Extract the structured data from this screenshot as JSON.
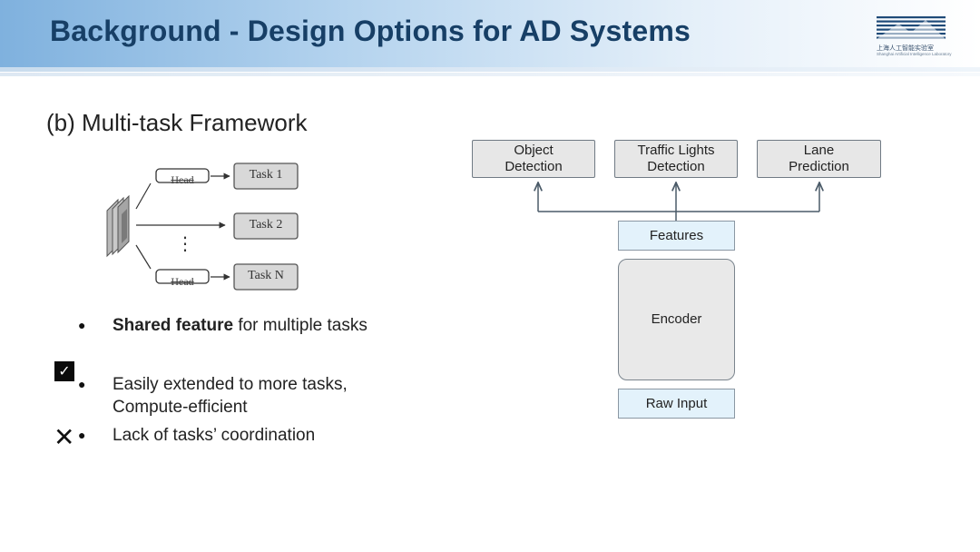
{
  "header": {
    "title": "Background - Design Options for AD Systems",
    "logo_text_cn": "上海人工智能实验室",
    "logo_text_en": "Shanghai Artificial Intelligence Laboratory"
  },
  "subtitle": "(b) Multi-task Framework",
  "small_diagram": {
    "head_label": "Head",
    "tasks": [
      "Task 1",
      "Task 2",
      "Task N"
    ],
    "ellipsis": "⋮"
  },
  "bullets": [
    {
      "bold": "Shared feature",
      "rest": " for multiple tasks"
    },
    {
      "line1": "Easily extended to more tasks,",
      "line2": "Compute-efficient",
      "mark": "check"
    },
    {
      "text": "Lack of tasks’ coordination",
      "mark": "cross"
    }
  ],
  "diagram": {
    "outputs": [
      {
        "line1": "Object",
        "line2": "Detection"
      },
      {
        "line1": "Traffic Lights",
        "line2": "Detection"
      },
      {
        "line1": "Lane",
        "line2": "Prediction"
      }
    ],
    "features": "Features",
    "encoder": "Encoder",
    "raw_input": "Raw Input"
  },
  "colors": {
    "title": "#173f66",
    "feature_box": "#e3f2fb",
    "task_box": "#e7e7e7",
    "arrow": "#4a5a68"
  }
}
